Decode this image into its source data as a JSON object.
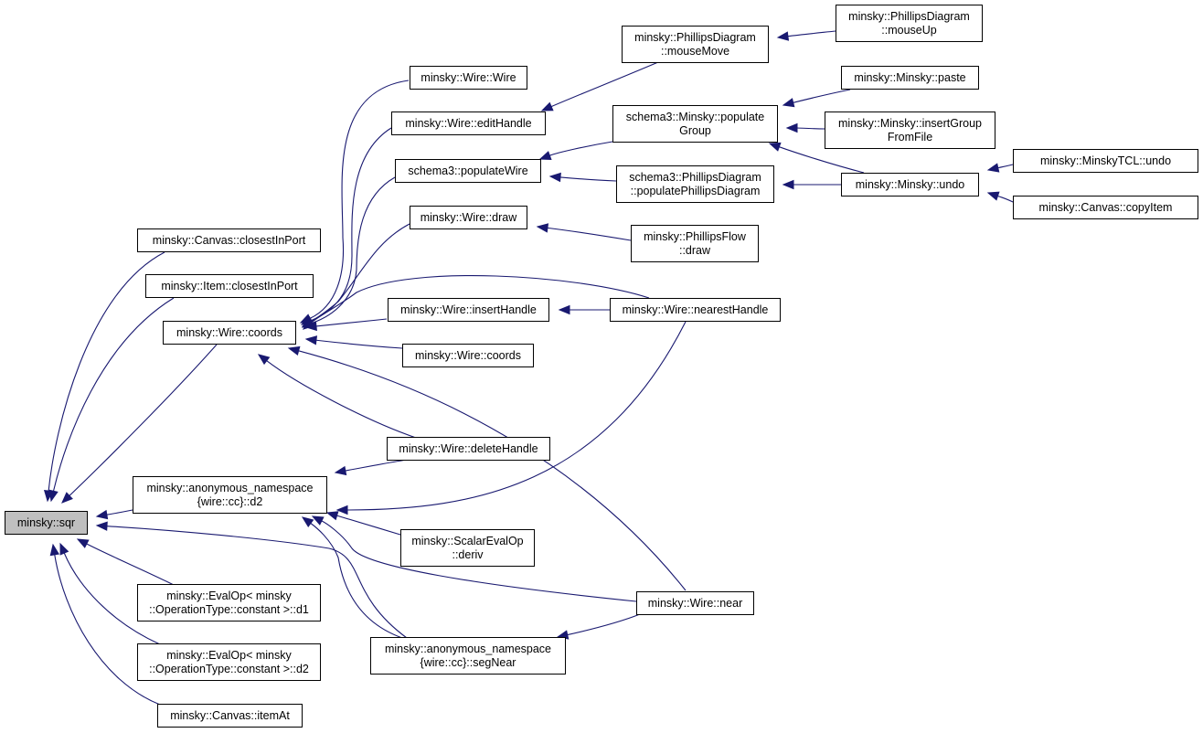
{
  "diagram": {
    "kind": "caller-graph",
    "colors": {
      "edge": "#191970",
      "node_border": "#000000",
      "node_fill": "#ffffff",
      "root_fill": "#bfbfbf"
    },
    "nodes": [
      {
        "id": "sqr",
        "label": [
          "minsky::sqr"
        ],
        "root": true
      },
      {
        "id": "canvas_closestInPort",
        "label": [
          "minsky::Canvas::closestInPort"
        ]
      },
      {
        "id": "item_closestInPort",
        "label": [
          "minsky::Item::closestInPort"
        ]
      },
      {
        "id": "wire_coords",
        "label": [
          "minsky::Wire::coords"
        ]
      },
      {
        "id": "anon_d2",
        "label": [
          "minsky::anonymous_namespace",
          "{wire::cc}::d2"
        ]
      },
      {
        "id": "evalop_d1",
        "label": [
          "minsky::EvalOp< minsky",
          "::OperationType::constant >::d1"
        ]
      },
      {
        "id": "evalop_d2",
        "label": [
          "minsky::EvalOp< minsky",
          "::OperationType::constant >::d2"
        ]
      },
      {
        "id": "canvas_itemAt",
        "label": [
          "minsky::Canvas::itemAt"
        ]
      },
      {
        "id": "wire_wire",
        "label": [
          "minsky::Wire::Wire"
        ]
      },
      {
        "id": "wire_editHandle",
        "label": [
          "minsky::Wire::editHandle"
        ]
      },
      {
        "id": "schema3_populateWire",
        "label": [
          "schema3::populateWire"
        ]
      },
      {
        "id": "wire_draw",
        "label": [
          "minsky::Wire::draw"
        ]
      },
      {
        "id": "wire_insertHandle",
        "label": [
          "minsky::Wire::insertHandle"
        ]
      },
      {
        "id": "wire_coords2",
        "label": [
          "minsky::Wire::coords"
        ]
      },
      {
        "id": "wire_deleteHandle",
        "label": [
          "minsky::Wire::deleteHandle"
        ]
      },
      {
        "id": "scalarEvalOp_deriv",
        "label": [
          "minsky::ScalarEvalOp",
          "::deriv"
        ]
      },
      {
        "id": "anon_segNear",
        "label": [
          "minsky::anonymous_namespace",
          "{wire::cc}::segNear"
        ]
      },
      {
        "id": "phillips_mouseMove",
        "label": [
          "minsky::PhillipsDiagram",
          "::mouseMove"
        ]
      },
      {
        "id": "schema3_populateGroup",
        "label": [
          "schema3::Minsky::populate",
          "Group"
        ]
      },
      {
        "id": "schema3_populatePhillips",
        "label": [
          "schema3::PhillipsDiagram",
          "::populatePhillipsDiagram"
        ]
      },
      {
        "id": "phillipsFlow_draw",
        "label": [
          "minsky::PhillipsFlow",
          "::draw"
        ]
      },
      {
        "id": "wire_nearestHandle",
        "label": [
          "minsky::Wire::nearestHandle"
        ]
      },
      {
        "id": "wire_near",
        "label": [
          "minsky::Wire::near"
        ]
      },
      {
        "id": "phillips_mouseUp",
        "label": [
          "minsky::PhillipsDiagram",
          "::mouseUp"
        ]
      },
      {
        "id": "minsky_paste",
        "label": [
          "minsky::Minsky::paste"
        ]
      },
      {
        "id": "minsky_insertGroup",
        "label": [
          "minsky::Minsky::insertGroup",
          "FromFile"
        ]
      },
      {
        "id": "minsky_undo",
        "label": [
          "minsky::Minsky::undo"
        ]
      },
      {
        "id": "minskyTCL_undo",
        "label": [
          "minsky::MinskyTCL::undo"
        ]
      },
      {
        "id": "canvas_copyItem",
        "label": [
          "minsky::Canvas::copyItem"
        ]
      }
    ],
    "edges": [
      {
        "from": "canvas_closestInPort",
        "to": "sqr"
      },
      {
        "from": "item_closestInPort",
        "to": "sqr"
      },
      {
        "from": "wire_coords",
        "to": "sqr"
      },
      {
        "from": "anon_d2",
        "to": "sqr"
      },
      {
        "from": "evalop_d1",
        "to": "sqr"
      },
      {
        "from": "evalop_d2",
        "to": "sqr"
      },
      {
        "from": "canvas_itemAt",
        "to": "sqr"
      },
      {
        "from": "anon_segNear",
        "to": "sqr"
      },
      {
        "from": "wire_wire",
        "to": "wire_coords"
      },
      {
        "from": "wire_editHandle",
        "to": "wire_coords"
      },
      {
        "from": "schema3_populateWire",
        "to": "wire_coords"
      },
      {
        "from": "wire_draw",
        "to": "wire_coords"
      },
      {
        "from": "wire_nearestHandle",
        "to": "wire_coords"
      },
      {
        "from": "wire_insertHandle",
        "to": "wire_coords"
      },
      {
        "from": "wire_coords2",
        "to": "wire_coords"
      },
      {
        "from": "wire_deleteHandle",
        "to": "wire_coords"
      },
      {
        "from": "wire_near",
        "to": "wire_coords"
      },
      {
        "from": "wire_deleteHandle",
        "to": "anon_d2"
      },
      {
        "from": "wire_nearestHandle",
        "to": "anon_d2"
      },
      {
        "from": "scalarEvalOp_deriv",
        "to": "anon_d2"
      },
      {
        "from": "wire_near",
        "to": "anon_d2"
      },
      {
        "from": "anon_segNear",
        "to": "anon_d2"
      },
      {
        "from": "wire_near",
        "to": "anon_segNear"
      },
      {
        "from": "phillips_mouseMove",
        "to": "wire_editHandle"
      },
      {
        "from": "schema3_populateGroup",
        "to": "schema3_populateWire"
      },
      {
        "from": "schema3_populatePhillips",
        "to": "schema3_populateWire"
      },
      {
        "from": "phillipsFlow_draw",
        "to": "wire_draw"
      },
      {
        "from": "wire_nearestHandle",
        "to": "wire_insertHandle"
      },
      {
        "from": "phillips_mouseUp",
        "to": "phillips_mouseMove"
      },
      {
        "from": "minsky_paste",
        "to": "schema3_populateGroup"
      },
      {
        "from": "minsky_insertGroup",
        "to": "schema3_populateGroup"
      },
      {
        "from": "minsky_undo",
        "to": "schema3_populateGroup"
      },
      {
        "from": "minsky_undo",
        "to": "schema3_populatePhillips"
      },
      {
        "from": "minskyTCL_undo",
        "to": "minsky_undo"
      },
      {
        "from": "canvas_copyItem",
        "to": "minsky_undo"
      }
    ]
  }
}
